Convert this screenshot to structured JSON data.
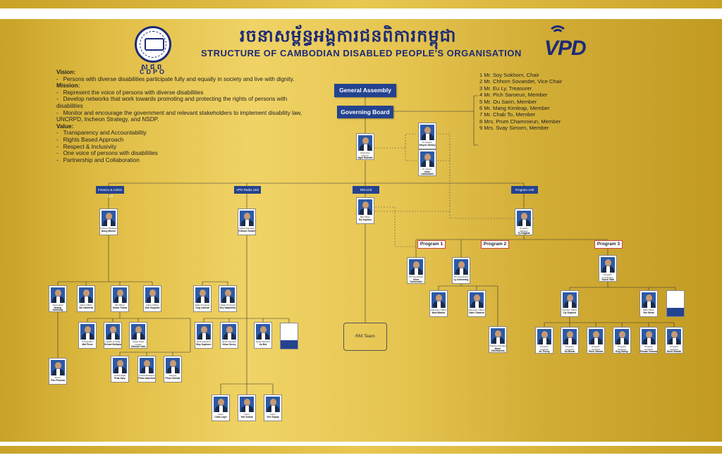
{
  "title_kh": "រចនាសម្ព័ន្ធអង្គការជនពិការកម្ពុជា",
  "title_en": "STRUCTURE OF CAMBODIAN DISABLED PEOPLE'S ORGANISATION",
  "cdpo": {
    "kh": "ស ជ ព",
    "acronym": "CDPO"
  },
  "vpd": {
    "text": "VPD"
  },
  "vision_block": {
    "vision_h": "Vision:",
    "vision": [
      "Persons with diverse disabilities participate fully and equally in society and live with dignity."
    ],
    "mission_h": "Mission:",
    "mission": [
      "Represent the voice of persons with diverse disabilities",
      "Develop networks that work towards promoting and protecting the rights of persons with disabilities",
      "Monitor and encourage the government and relevant stakeholders to implement  disability law, UNCRPD, Incheon Strategy, and NSDP."
    ],
    "value_h": "Value:",
    "value": [
      "Transparency and Accountability",
      "Rights Based Approach",
      "Respect & Inclusivity",
      "One voice of persons with disabilities",
      "Partnership and Collaboration"
    ]
  },
  "general_assembly": "General Assembly",
  "governing_board": "Governing Board",
  "board_members": [
    "1  Mr. Soy Sokhorn, Chair",
    "2  Mr. Chhorn Sovandet, Vice Chair",
    "3  Mr. Eu Ly, Treasurer",
    "4  Mr. Pich Saroeun, Member",
    "5  Mr. Ou Sarin, Member",
    "6  Mr. Mang Kimleap, Member",
    "7  Mr. Chab To, Member",
    "8  Mrs. Prum Chamroeun, Member",
    "9  Mrs. Svay Simorn, Member"
  ],
  "units": {
    "finance": "Finance & Admin Unit",
    "vpd": "VPD Radio Unit",
    "rm": "RM Unit",
    "program": "Program Unit"
  },
  "programs": {
    "p1": "Program 1",
    "p2": "Program 2",
    "p3": "Program 3"
  },
  "rm_team": "RM Team",
  "people": {
    "ed": {
      "role": "Executive Director",
      "name": "Ngin Saorath"
    },
    "adv1": {
      "role": "Sr. Advisor",
      "name": "Weyne Sidney"
    },
    "adv2": {
      "role": "Sr. Advisor",
      "name": "Hum Lakkanakh"
    },
    "fin_mgr": {
      "role": "Finance Manager",
      "name": "Nong Moeun"
    },
    "vpd_mgr": {
      "role": "Station Manager",
      "name": "Kirirom Sinath"
    },
    "rm": {
      "role": "RM Officer",
      "name": "Ry Sophon"
    },
    "prog_mgr": {
      "role": "Program Manager",
      "name": "Ty Kagana"
    },
    "f1": {
      "role": "Accountant",
      "name": "Heang Kimhong"
    },
    "f2": {
      "role": "Admin Officer",
      "name": "Sin Narinela"
    },
    "f3": {
      "role": "HR Officer",
      "name": "Seam Thona"
    },
    "f4": {
      "role": "Admin Officer",
      "name": "Sok Vouyeav"
    },
    "f5": {
      "role": "IT Assistant",
      "name": "Mal Piron"
    },
    "f6": {
      "role": "Logistic & Clean",
      "name": "Srinah Bethpia"
    },
    "f7": {
      "role": "Guard Team Leader",
      "name": "Chheun Yuth"
    },
    "f8": {
      "role": "Guard Night",
      "name": "Prak Sary"
    },
    "f9": {
      "role": "Guard Weekend",
      "name": "Phan Sakohea"
    },
    "f10": {
      "role": "Cleaner",
      "name": "Phun Chhear"
    },
    "f11": {
      "role": "Driver",
      "name": "Pen Phonna"
    },
    "v1": {
      "role": "Radio Producer",
      "name": "Ong Lakena"
    },
    "v2": {
      "role": "Radio Technical",
      "name": "Kry Sakphelly"
    },
    "v3": {
      "role": "News Reporter",
      "name": "Boy Sophorn"
    },
    "v4": {
      "role": "News Reporter",
      "name": "Khan Sovry"
    },
    "v5": {
      "role": "News Reporter",
      "name": "Un Bot"
    },
    "v6": {
      "role": "Intern",
      "name": "Chan Layn"
    },
    "v7": {
      "role": "Intern",
      "name": "Yan Sokna"
    },
    "v8": {
      "role": "Intern",
      "name": "Yim Sophy"
    },
    "p1a": {
      "role": "PO Coordinator",
      "name": "Chea Sonnemah"
    },
    "p2a": {
      "role": "PO Coordinator",
      "name": "Ly Sokneang"
    },
    "p2b": {
      "role": "Advocacy Officer",
      "name": "Mok Manito"
    },
    "p2c": {
      "role": "Advocacy Officer",
      "name": "Sam Chanem"
    },
    "p2d": {
      "role": "Training Assistant",
      "name": "Noun Vichheanna"
    },
    "p3a": {
      "role": "Program Coordinator",
      "name": "Touch Vath"
    },
    "p3b": {
      "role": "Program Officer",
      "name": "Dy Sophea"
    },
    "p3c": {
      "role": "M&E Officer",
      "name": "Yim Mean"
    },
    "p3d": {
      "role": "Program Assistant",
      "name": "Im Thony"
    },
    "p3e": {
      "role": "Program Assistant",
      "name": "Ka Bonal"
    },
    "p3f": {
      "role": "Program Assistant",
      "name": "Phen Vannta"
    },
    "p3g": {
      "role": "Program Assistant",
      "name": "Eng Sokny"
    },
    "p3h": {
      "role": "Program Assistant",
      "name": "Pheam Veasna"
    },
    "p3i": {
      "role": "Program Assistant",
      "name": "Bred Vainda"
    }
  },
  "colors": {
    "navy": "#1b2a78",
    "box": "#24438f",
    "gold": "#e0bd45"
  }
}
